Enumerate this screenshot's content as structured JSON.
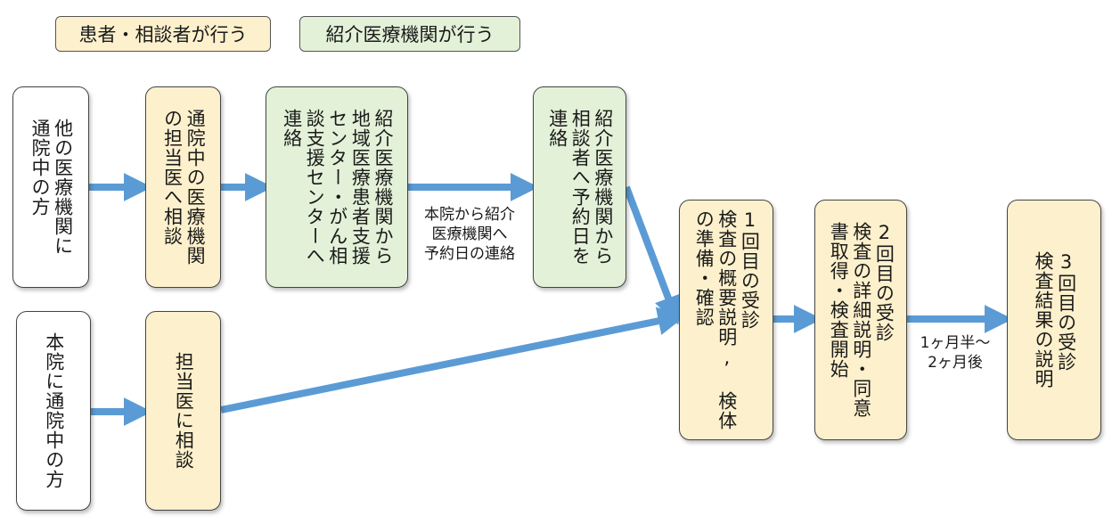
{
  "legend": {
    "patient": "患者・相談者が行う",
    "referring": "紹介医療機関が行う"
  },
  "colors": {
    "patient_fill": "#fdf0cc",
    "referring_fill": "#e3f1d8",
    "arrow": "#5b9bd5",
    "border": "#444444"
  },
  "nodes": {
    "other_hospital": "他の医療機関に\n通院中の方",
    "consult_current_doctor": "通院中の医療機関\nの担当医へ相談",
    "contact_center": "紹介医療機関から\n地域医療患者支援\nセンター・がん相\n談支援センターへ\n連絡",
    "contact_patient": "紹介医療機関から\n相談者へ予約日を\n連絡",
    "this_hospital": "本院に通院中の方",
    "consult_doctor": "担当医に相談",
    "visit1": "1回目の受診\n検査の概要説明, 検体\nの準備・確認",
    "visit2": "2回目の受診\n検査の詳細説明・同意\n書取得・検査開始",
    "visit3": "3回目の受診\n検査結果の説明"
  },
  "labels": {
    "reservation_notice": "本院から紹介\n医療機関へ\n予約日の連絡",
    "interval": "1ヶ月半〜\n2ヶ月後"
  }
}
